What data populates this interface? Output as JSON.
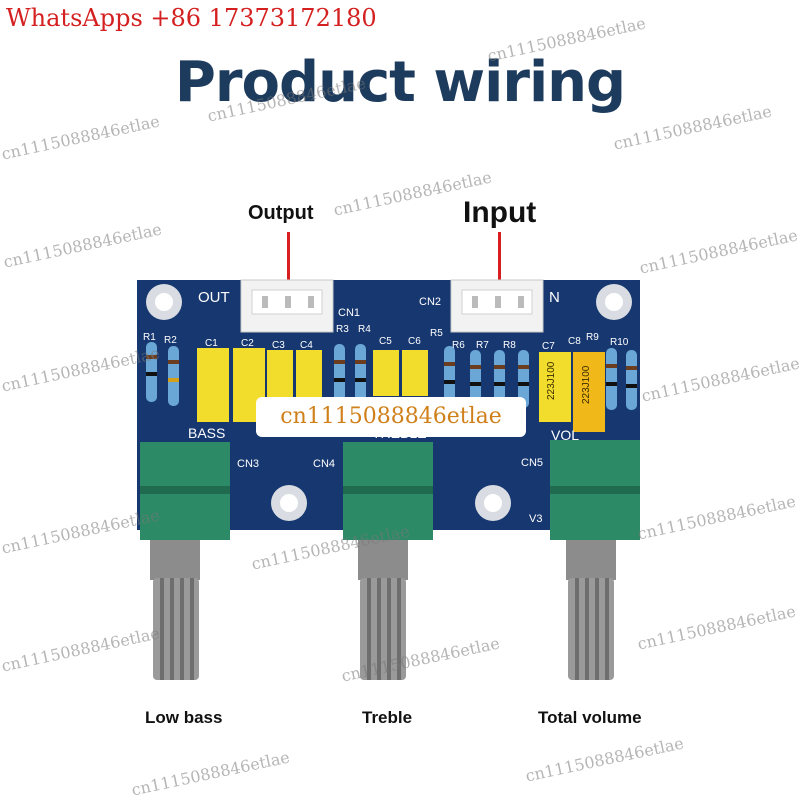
{
  "watermark_contact": "WhatsApps +86 17373172180",
  "title": "Product wiring",
  "labels": {
    "output": "Output",
    "input": "Input",
    "low_bass": "Low bass",
    "treble": "Treble",
    "total_volume": "Total volume"
  },
  "board": {
    "out": "OUT",
    "in": "N",
    "cn1": "CN1",
    "cn2": "CN2",
    "cn3": "CN3",
    "cn4": "CN4",
    "cn5": "CN5",
    "bass": "BASS",
    "treble": "TREBLE",
    "vol": "VOL",
    "v3": "V3",
    "r1": "R1",
    "r2": "R2",
    "r3": "R3",
    "r4": "R4",
    "r5": "R5",
    "r6": "R6",
    "r7": "R7",
    "r8": "R8",
    "r9": "R9",
    "r10": "R10",
    "c1": "C1",
    "c2": "C2",
    "c3": "C3",
    "c4": "C4",
    "c5": "C5",
    "c6": "C6",
    "c7": "C7",
    "c8": "C8",
    "cap_code_1": "223J100",
    "cap_code_2": "223J100"
  },
  "watermark": "cn1115088846etlae",
  "colors": {
    "board": "#16376f",
    "potentiometer": "#2c8a67",
    "capacitor": "#f2dc2c",
    "wire": "#d81e1e",
    "title": "#1d3b5c"
  }
}
